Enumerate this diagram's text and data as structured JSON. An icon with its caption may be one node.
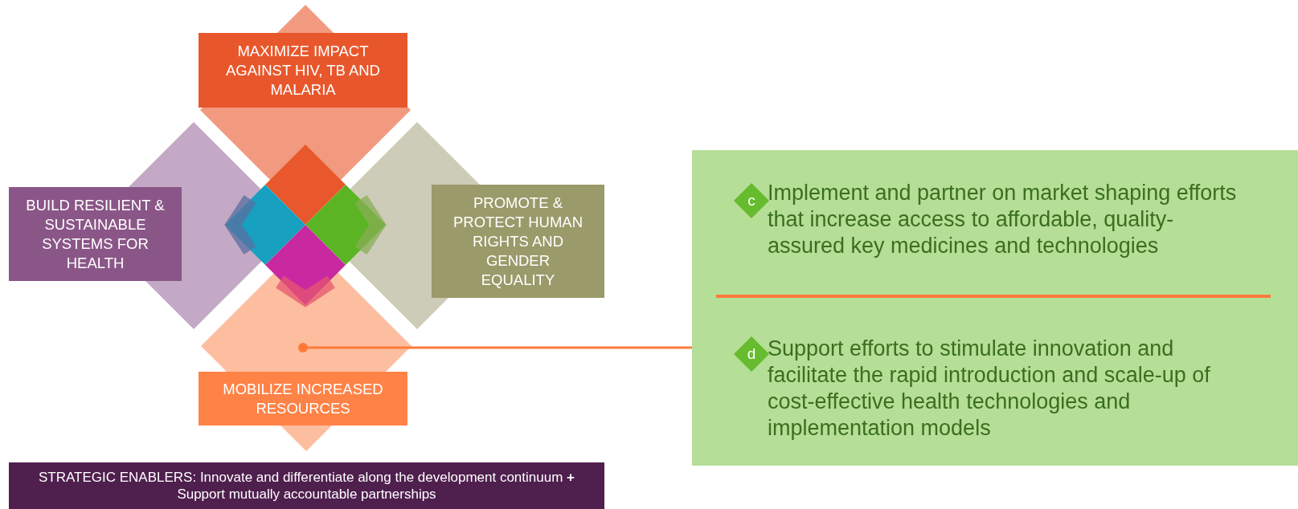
{
  "diagram": {
    "nodes": [
      {
        "text": [
          "MAXIMIZE IMPACT AGAINST HIV, TB AND MALARIA"
        ]
      },
      {
        "text": [
          "BUILD RESILIENT & SUSTAINABLE SYSTEMS FOR HEALTH"
        ]
      },
      {
        "text": [
          "PROMOTE & PROTECT HUMAN RIGHTS AND GENDER EQUALITY"
        ]
      },
      {
        "text": [
          "MOBILIZE INCREASED RESOURCES"
        ]
      },
      {
        "text": [],
        "shape": "box"
      },
      {
        "text": [
          "c"
        ],
        "in": 4,
        "beside": [
          "Implement and partner on market shaping efforts that increase access to affordable, quality-assured key medicines and technologies"
        ]
      },
      {
        "text": [
          "d"
        ],
        "in": 4,
        "beside": [
          "Support efforts to stimulate innovation and facilitate the rapid introduction and scale-up of cost-effective health technologies and implementation models"
        ]
      },
      {
        "text": [
          "STRATEGIC ENABLERS: Innovate and differentiate along the development continuum **+** Support mutually accountable partnerships"
        ]
      }
    ],
    "edges": [
      {
        "from": 3,
        "to": 4,
        "arrow": "other"
      }
    ]
  }
}
